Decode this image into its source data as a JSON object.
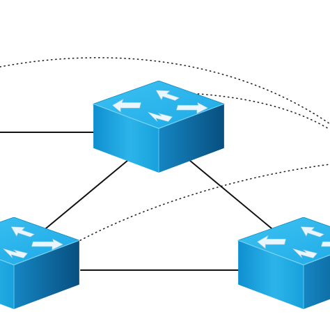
{
  "diagram": {
    "type": "network-topology",
    "nodes": [
      {
        "id": "switch-top",
        "icon": "network-switch-icon"
      },
      {
        "id": "switch-left",
        "icon": "network-switch-icon"
      },
      {
        "id": "switch-right",
        "icon": "network-switch-icon"
      }
    ],
    "links": [
      {
        "from": "switch-top",
        "to": "offscreen-left",
        "style": "solid"
      },
      {
        "from": "switch-top",
        "to": "switch-left",
        "style": "solid"
      },
      {
        "from": "switch-top",
        "to": "switch-right",
        "style": "solid"
      },
      {
        "from": "switch-left",
        "to": "switch-right",
        "style": "solid"
      },
      {
        "from": "offscreen-left",
        "to": "offscreen-right",
        "style": "dotted"
      },
      {
        "from": "switch-top",
        "to": "offscreen-right",
        "style": "dotted"
      },
      {
        "from": "switch-left",
        "to": "offscreen-right",
        "style": "dotted"
      }
    ],
    "colors": {
      "switch_top": "#2fb6ec",
      "switch_front": "#1aa3e0",
      "switch_side": "#0c6ea6",
      "arrow": "#e9f6fd",
      "link": "#111111"
    }
  }
}
